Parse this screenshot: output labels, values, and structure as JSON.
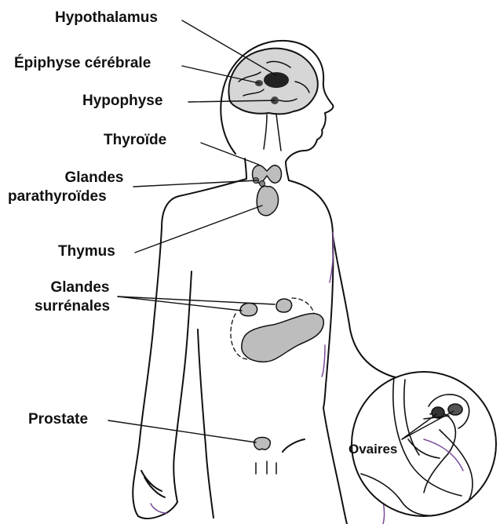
{
  "labels": {
    "hypothalamus": "Hypothalamus",
    "epiphyse": "Épiphyse cérébrale",
    "hypophyse": "Hypophyse",
    "thyroide": "Thyroïde",
    "parathyroides_line1": "Glandes",
    "parathyroides_line2": "parathyroïdes",
    "thymus": "Thymus",
    "surrenales_line1": "Glandes",
    "surrenales_line2": "surrénales",
    "prostate": "Prostate",
    "ovaires": "Ovaires"
  },
  "colors": {
    "outline": "#111111",
    "gland_fill": "#bdbdbd",
    "brain_fill": "#d6d6d6",
    "accent_purple": "#7a4a9a"
  }
}
